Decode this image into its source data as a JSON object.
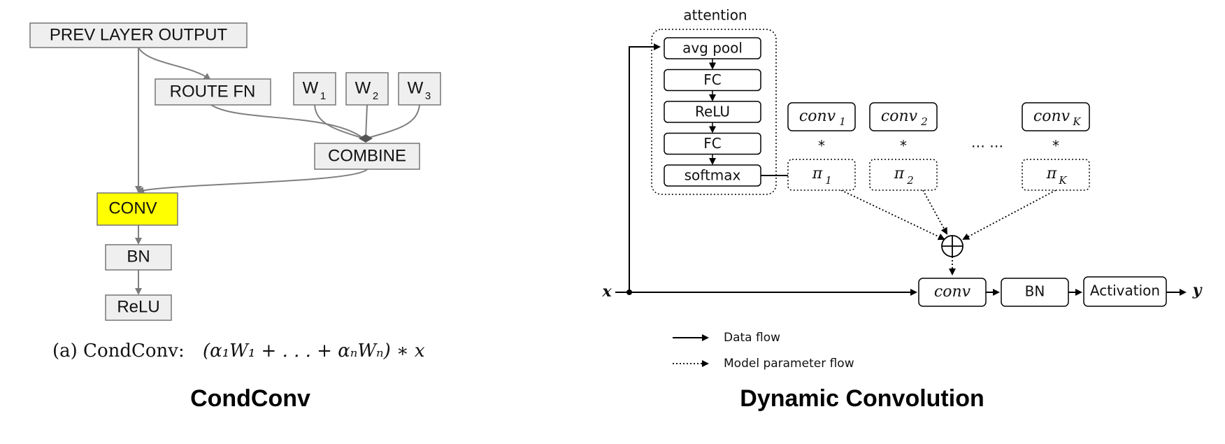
{
  "condconv": {
    "title": "CondConv",
    "caption_prefix": "(a)  CondConv: ",
    "caption_formula": "(α₁W₁ + . . . + αₙWₙ) ∗ x",
    "nodes": {
      "prev": "PREV LAYER OUTPUT",
      "route": "ROUTE FN",
      "w1": "W",
      "w1_sub": "1",
      "w2": "W",
      "w2_sub": "2",
      "w3": "W",
      "w3_sub": "3",
      "combine": "COMBINE",
      "conv": "CONV",
      "bn": "BN",
      "relu": "ReLU"
    },
    "colors": {
      "conv_fill": "#ffff00",
      "box_fill": "#efefef",
      "edge": "#808080"
    }
  },
  "dynconv": {
    "title": "Dynamic Convolution",
    "attention_label": "attention",
    "attention_blocks": [
      "avg pool",
      "FC",
      "ReLU",
      "FC",
      "softmax"
    ],
    "kernels": [
      {
        "name": "conv",
        "sub": "1",
        "op": "*",
        "weight": "π",
        "weight_sub": "1"
      },
      {
        "name": "conv",
        "sub": "2",
        "op": "*",
        "weight": "π",
        "weight_sub": "2"
      },
      {
        "name": "conv",
        "sub": "K",
        "op": "*",
        "weight": "π",
        "weight_sub": "K"
      }
    ],
    "ellipsis": "… …",
    "input": "x",
    "output": "y",
    "conv_block": "conv",
    "bn_block": "BN",
    "activation_block": "Activation",
    "legend": {
      "data_flow": "Data flow",
      "param_flow": "Model parameter flow"
    }
  }
}
